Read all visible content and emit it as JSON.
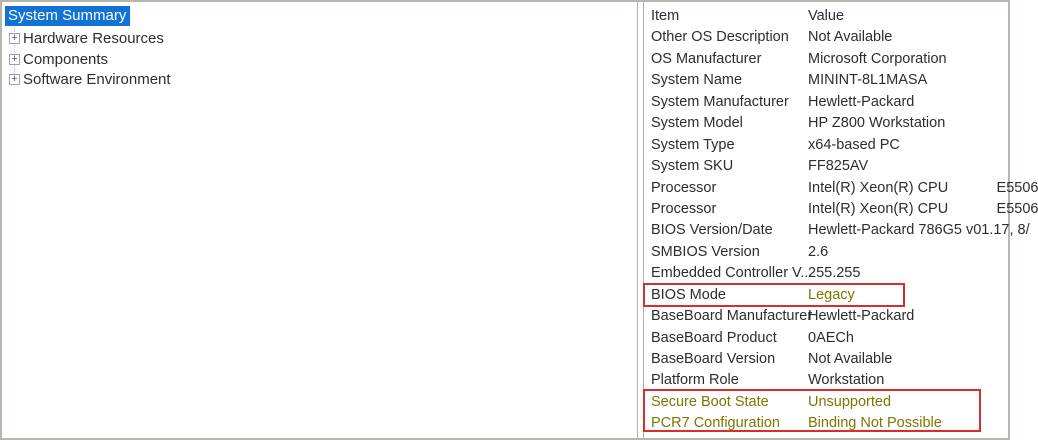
{
  "tree": {
    "items": [
      {
        "label": "System Summary",
        "selected": true,
        "expandable": false
      },
      {
        "label": "Hardware Resources",
        "selected": false,
        "expandable": true
      },
      {
        "label": "Components",
        "selected": false,
        "expandable": true
      },
      {
        "label": "Software Environment",
        "selected": false,
        "expandable": true
      }
    ]
  },
  "details": {
    "header": {
      "item": "Item",
      "value": "Value"
    },
    "rows": [
      {
        "item": "Other OS Description",
        "value": "Not Available"
      },
      {
        "item": "OS Manufacturer",
        "value": "Microsoft Corporation"
      },
      {
        "item": "System Name",
        "value": "MININT-8L1MASA"
      },
      {
        "item": "System Manufacturer",
        "value": "Hewlett-Packard"
      },
      {
        "item": "System Model",
        "value": "HP Z800 Workstation"
      },
      {
        "item": "System Type",
        "value": "x64-based PC"
      },
      {
        "item": "System SKU",
        "value": "FF825AV"
      },
      {
        "item": "Processor",
        "value": "Intel(R) Xeon(R) CPU            E5506"
      },
      {
        "item": "Processor",
        "value": "Intel(R) Xeon(R) CPU            E5506"
      },
      {
        "item": "BIOS Version/Date",
        "value": "Hewlett-Packard 786G5 v01.17, 8/"
      },
      {
        "item": "SMBIOS Version",
        "value": "2.6"
      },
      {
        "item": "Embedded Controller V...",
        "value": "255.255"
      },
      {
        "item": "BIOS Mode",
        "value": "Legacy"
      },
      {
        "item": "BaseBoard Manufacturer",
        "value": "Hewlett-Packard"
      },
      {
        "item": "BaseBoard Product",
        "value": "0AECh"
      },
      {
        "item": "BaseBoard Version",
        "value": "Not Available"
      },
      {
        "item": "Platform Role",
        "value": "Workstation"
      },
      {
        "item": "Secure Boot State",
        "value": "Unsupported"
      },
      {
        "item": "PCR7 Configuration",
        "value": "Binding Not Possible"
      }
    ]
  },
  "annotations": {
    "box_color": "#da2c2c",
    "highlighted_text_color": "#7c7700",
    "highlighted_rows": [
      "BIOS Mode",
      "Secure Boot State",
      "PCR7 Configuration"
    ]
  },
  "colors": {
    "selection_background": "#1273d4",
    "selection_text": "#ffffff",
    "text": "#2d2d2d",
    "border": "#b6b6ae"
  }
}
